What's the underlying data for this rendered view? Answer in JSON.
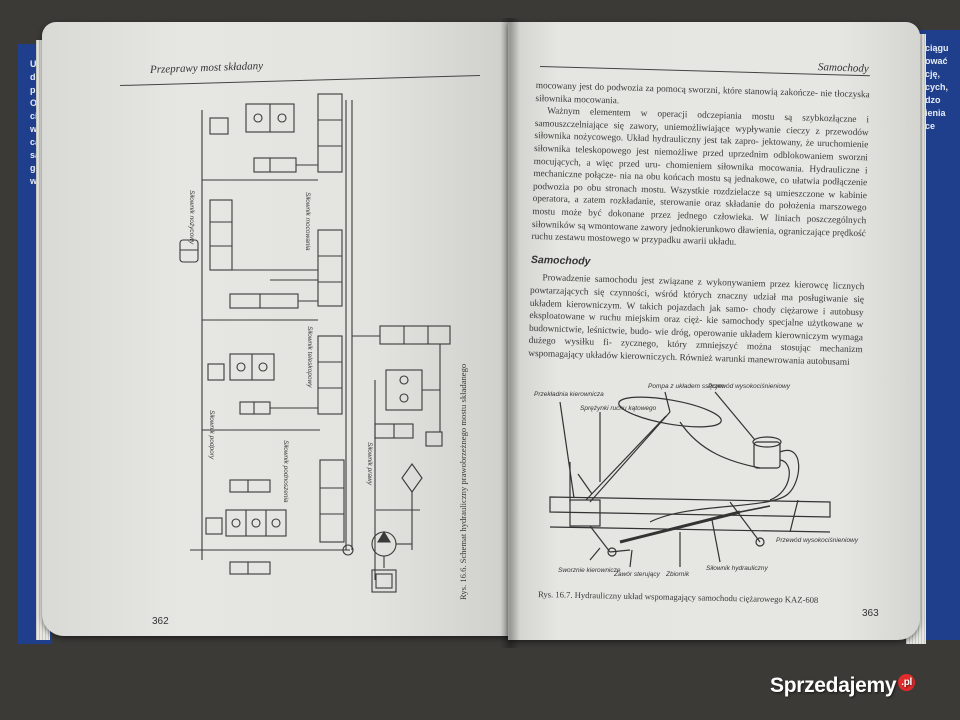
{
  "left_page": {
    "running_head": "Przeprawy most składany",
    "page_number": "362",
    "figure_caption": "Rys. 16.6. Schemat hydrauliczny prawobrzeżnego mostu składanego"
  },
  "right_page": {
    "running_head": "Samochody",
    "page_number": "363",
    "paragraphs": [
      "mocowany jest do podwozia za pomocą sworzni, które stanowią zakończe- nie tłoczyska siłownika mocowania.",
      "Ważnym elementem w operacji odczepiania mostu są szybkozłączne i samouszczelniające się zawory, uniemożliwiające wypływanie cieczy z przewodów siłownika nożycowego. Układ hydrauliczny jest tak zapro- jektowany, że uruchomienie siłownika teleskopowego jest niemożliwe przed uprzednim odblokowaniem sworzni mocujących, a więc przed uru- chomieniem siłownika mocowania. Hydrauliczne i mechaniczne połącze- nia na obu końcach mostu są jednakowe, co ułatwia podłączenie podwozia po obu stronach mostu. Wszystkie rozdzielacze są umieszczone w kabinie operatora, a zatem rozkładanie, sterowanie oraz składanie do położenia marszowego mostu może być dokonane przez jednego człowieka. W liniach poszczególnych siłowników są wmontowane zawory jednokierunkowo dławienia, ograniczające prędkość ruchu zestawu mostowego w przypadku awarii układu."
    ],
    "section_heading": "Samochody",
    "section_paragraph": "Prowadzenie samochodu jest związane z wykonywaniem przez kierowcę licznych powtarzających się czynności, wśród których znaczny udział ma posługiwanie się układem kierowniczym. W takich pojazdach jak samo- chody ciężarowe i autobusy eksploatowane w ruchu miejskim oraz cięż- kie samochody specjalne użytkowane w budownictwie, leśnictwie, budo- wie dróg, operowanie układem kierowniczym wymaga dużego wysiłku fi- zycznego, który zmniejszyć można stosując mechanizm wspomagający układów kierowniczych. Również warunki manewrowania autobusami",
    "figure_caption": "Rys. 16.7. Hydrauliczny układ wspomagający samochodu ciężarowego KAZ-608",
    "figure_labels": {
      "przekladnia": "Przekładnia kierownicza",
      "sprezynki": "Sprężynki ruchu kątowego",
      "pompa": "Pompa z układem ssącym",
      "przewod": "Przewód wysokociśnieniowy",
      "przewod2": "Przewód wysokociśnieniowy",
      "sworznie": "Sworznie kierownicze",
      "zawor": "Zawór sterujący",
      "zbiornik": "Zbiornik",
      "silownik": "Siłownik hydrauliczny"
    }
  },
  "hydraulic_labels": [
    "Siłownik mocowania",
    "Siłownik teleskopowy",
    "Siłownik nożycowy",
    "Siłownik podpory",
    "Siłownik podnoszenia",
    "Siłownik prawy"
  ],
  "edge_text": {
    "left": "Ura do pr Ob cię w ca sam gór wys",
    "right": "ciągu ować cję, cych, dzo ienia ce"
  },
  "watermark": {
    "text": "Sprzedajemy",
    "tld": ".pl"
  },
  "colors": {
    "cover": "#1f3f8c",
    "paper": "#e4e4e0",
    "ink": "#3a3a3a",
    "watermark_badge": "#e22b2b"
  }
}
